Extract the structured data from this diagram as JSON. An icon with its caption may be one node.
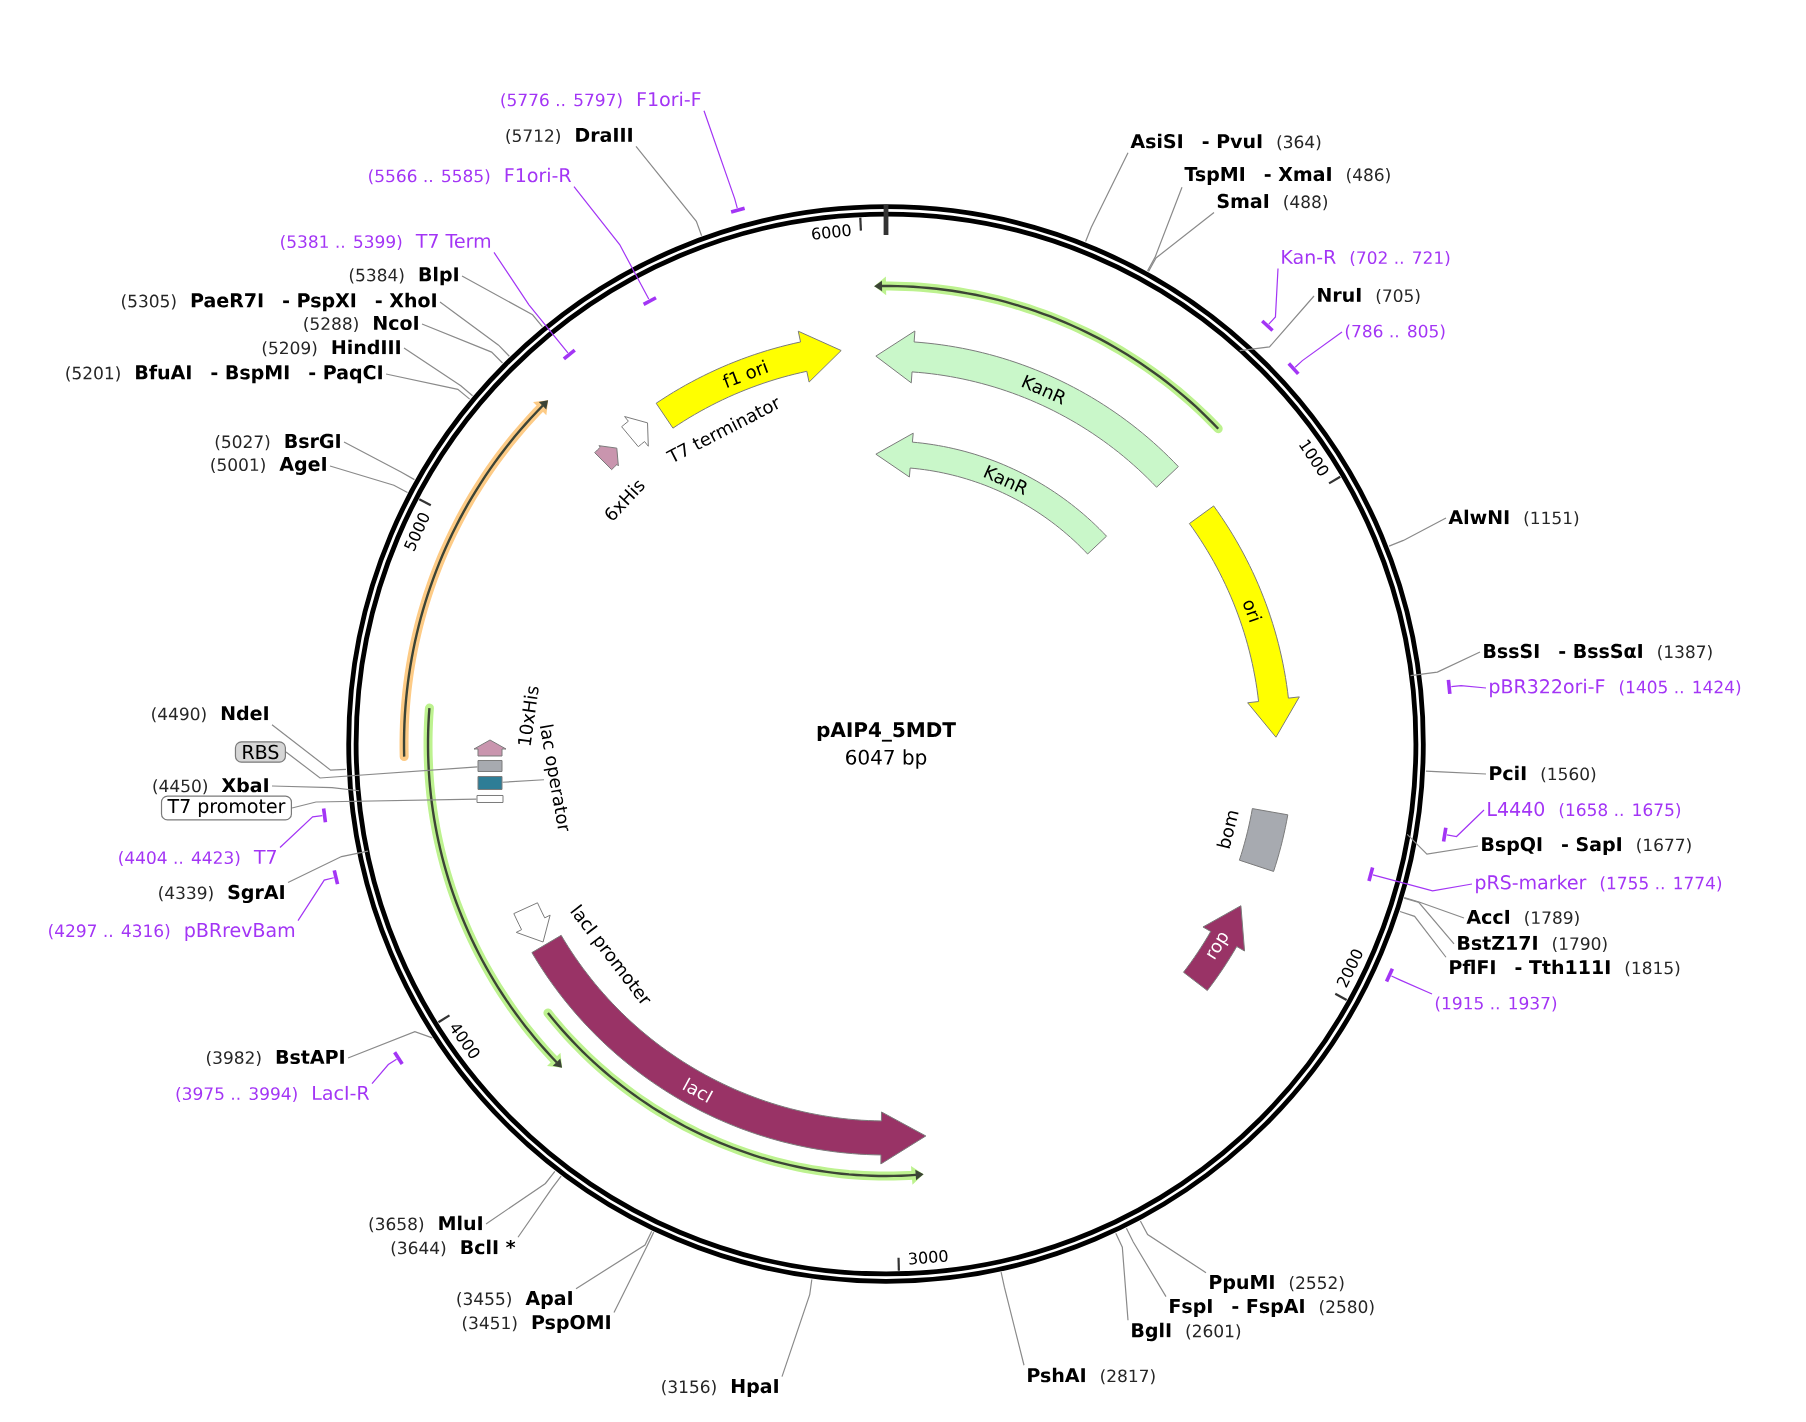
{
  "diagram": {
    "title": "pAIP4_5MDT",
    "nodes": [
      {
        "text": [
          "AsiSI",
          "- PvuI",
          "(364)"
        ]
      },
      {
        "text": [
          "TspMI",
          "- XmaI",
          "(486)"
        ]
      },
      {
        "text": [
          "SmaI",
          "(488)"
        ]
      },
      {
        "text": [
          "Kan-R",
          "(702 .. 721)"
        ]
      },
      {
        "text": [],
        "shape": "bar"
      },
      {
        "text": [
          "NruI",
          "(705)"
        ]
      },
      {
        "text": [
          "(786 .. 805)"
        ]
      },
      {
        "text": [],
        "shape": "bar"
      },
      {
        "text": [
          "AlwNI",
          "(1151)"
        ]
      },
      {
        "text": [
          "BssSI",
          "- BssSαI",
          "(1387)"
        ]
      },
      {
        "text": [
          "pBR322ori-F",
          "(1405 .. 1424)"
        ]
      },
      {
        "text": [],
        "shape": "bar"
      },
      {
        "text": [
          "PciI",
          "(1560)"
        ]
      },
      {
        "text": [
          "L4440",
          "(1658 .. 1675)"
        ]
      },
      {
        "text": [],
        "shape": "bar"
      },
      {
        "text": [
          "BspQI",
          "- SapI",
          "(1677)"
        ]
      },
      {
        "text": [
          "pRS-marker",
          "(1755 .. 1774)"
        ]
      },
      {
        "text": [],
        "shape": "bar"
      },
      {
        "text": [
          "AccI",
          "(1789)"
        ]
      },
      {
        "text": [
          "BstZ17I",
          "(1790)"
        ]
      },
      {
        "text": [
          "PflFI",
          "- Tth111I",
          "(1815)"
        ]
      },
      {
        "text": [
          "(1915 .. 1937)"
        ]
      },
      {
        "text": [],
        "shape": "bar"
      },
      {
        "text": [
          "PpuMI",
          "(2552)"
        ]
      },
      {
        "text": [
          "FspI",
          "- FspAI",
          "(2580)"
        ]
      },
      {
        "text": [
          "BglI",
          "(2601)"
        ]
      },
      {
        "text": [
          "PshAI",
          "(2817)"
        ]
      },
      {
        "text": [
          "(3156)",
          "HpaI"
        ]
      },
      {
        "text": [
          "(3451)",
          "PspOMI"
        ]
      },
      {
        "text": [
          "(3455)",
          "ApaI"
        ]
      },
      {
        "text": [
          "(3644)",
          "BclI *"
        ]
      },
      {
        "text": [
          "(3658)",
          "MluI"
        ]
      },
      {
        "text": [
          "(3975 .. 3994)",
          "LacI-R"
        ]
      },
      {
        "text": [],
        "shape": "bar"
      },
      {
        "text": [
          "(3982)",
          "BstAPI"
        ]
      },
      {
        "text": [
          "(4297 .. 4316)",
          "pBRrevBam"
        ]
      },
      {
        "text": [],
        "shape": "bar"
      },
      {
        "text": [
          "(4339)",
          "SgrAI"
        ]
      },
      {
        "text": [
          "(4404 .. 4423)",
          "T7"
        ]
      },
      {
        "text": [],
        "shape": "bar"
      },
      {
        "text": [
          "T7 promoter"
        ]
      },
      {
        "text": [
          "(4450)",
          "XbaI"
        ]
      },
      {
        "text": [
          "RBS"
        ]
      },
      {
        "text": [
          "(4490)",
          "NdeI"
        ]
      },
      {
        "text": [
          "(5001)",
          "AgeI"
        ]
      },
      {
        "text": [
          "(5027)",
          "BsrGI"
        ]
      },
      {
        "text": [
          "(5201)",
          "BfuAI",
          "- BspMI",
          "- PaqCI"
        ]
      },
      {
        "text": [
          "(5209)",
          "HindIII"
        ]
      },
      {
        "text": [
          "(5288)",
          "NcoI"
        ]
      },
      {
        "text": [
          "(5305)",
          "PaeR7I",
          "- PspXI",
          "- XhoI"
        ]
      },
      {
        "text": [
          "(5381 .. 5399)",
          "T7 Term"
        ]
      },
      {
        "text": [],
        "shape": "bar"
      },
      {
        "text": [
          "(5384)",
          "BlpI"
        ]
      },
      {
        "text": [
          "(5566 .. 5585)",
          "F1ori-R"
        ]
      },
      {
        "text": [],
        "shape": "bar"
      },
      {
        "text": [
          "(5712)",
          "DraIII"
        ]
      },
      {
        "text": [
          "(5776 .. 5797)",
          "F1ori-F"
        ]
      },
      {
        "text": [],
        "shape": "bar"
      },
      {
        "text": [
          "KanR"
        ]
      },
      {
        "text": [
          "KanR"
        ]
      },
      {
        "text": [
          "ori"
        ]
      },
      {
        "text": [
          "bom"
        ]
      },
      {
        "text": [
          "rop"
        ]
      },
      {
        "text": [
          "lacI"
        ]
      },
      {
        "text": [
          "lacI promoter"
        ]
      },
      {
        "text": [
          "10xHis"
        ]
      },
      {
        "text": [],
        "shape": "box"
      },
      {
        "text": [],
        "shape": "box"
      },
      {
        "text": [
          "lac operator"
        ]
      },
      {
        "text": [],
        "shape": "box"
      },
      {
        "text": [
          "f1 ori"
        ]
      },
      {
        "text": [
          "T7 terminator"
        ]
      },
      {
        "text": [
          "6xHis"
        ]
      }
    ],
    "edges": [
      {
        "from": 0,
        "to": null,
        "arrow": "none"
      },
      {
        "from": 1,
        "to": null,
        "arrow": "none"
      },
      {
        "from": 2,
        "to": null,
        "arrow": "none"
      },
      {
        "from": 3,
        "to": 4,
        "arrow": "none",
        "color": "#a335f5"
      },
      {
        "from": 5,
        "to": null,
        "arrow": "none"
      },
      {
        "from": 6,
        "to": 7,
        "arrow": "none",
        "color": "#a335f5"
      },
      {
        "from": 8,
        "to": null,
        "arrow": "none"
      },
      {
        "from": 9,
        "to": null,
        "arrow": "none"
      },
      {
        "from": 10,
        "to": 11,
        "arrow": "none",
        "color": "#a335f5"
      },
      {
        "from": 12,
        "to": null,
        "arrow": "none"
      },
      {
        "from": 13,
        "to": 14,
        "arrow": "none",
        "color": "#a335f5"
      },
      {
        "from": 15,
        "to": null,
        "arrow": "none"
      },
      {
        "from": 16,
        "to": 17,
        "arrow": "none",
        "color": "#a335f5"
      },
      {
        "from": 18,
        "to": null,
        "arrow": "none"
      },
      {
        "from": 19,
        "to": null,
        "arrow": "none"
      },
      {
        "from": 20,
        "to": null,
        "arrow": "none"
      },
      {
        "from": 21,
        "to": 22,
        "arrow": "none",
        "color": "#a335f5"
      },
      {
        "from": 23,
        "to": null,
        "arrow": "none"
      },
      {
        "from": 24,
        "to": null,
        "arrow": "none"
      },
      {
        "from": 25,
        "to": null,
        "arrow": "none"
      },
      {
        "from": 26,
        "to": null,
        "arrow": "none"
      },
      {
        "from": 27,
        "to": null,
        "arrow": "none"
      },
      {
        "from": 28,
        "to": null,
        "arrow": "none"
      },
      {
        "from": 29,
        "to": null,
        "arrow": "none"
      },
      {
        "from": 30,
        "to": null,
        "arrow": "none"
      },
      {
        "from": 31,
        "to": null,
        "arrow": "none"
      },
      {
        "from": 32,
        "to": 33,
        "arrow": "none",
        "color": "#a335f5"
      },
      {
        "from": 34,
        "to": null,
        "arrow": "none"
      },
      {
        "from": 35,
        "to": 36,
        "arrow": "none",
        "color": "#a335f5"
      },
      {
        "from": 37,
        "to": null,
        "arrow": "none"
      },
      {
        "from": 38,
        "to": 39,
        "arrow": "none",
        "color": "#a335f5"
      },
      {
        "from": 40,
        "to": 69,
        "arrow": "none"
      },
      {
        "from": 41,
        "to": null,
        "arrow": "none"
      },
      {
        "from": 42,
        "to": 66,
        "arrow": "none"
      },
      {
        "from": 43,
        "to": null,
        "arrow": "none"
      },
      {
        "from": 44,
        "to": null,
        "arrow": "none"
      },
      {
        "from": 45,
        "to": null,
        "arrow": "none"
      },
      {
        "from": 46,
        "to": null,
        "arrow": "none"
      },
      {
        "from": 47,
        "to": null,
        "arrow": "none"
      },
      {
        "from": 48,
        "to": null,
        "arrow": "none"
      },
      {
        "from": 49,
        "to": null,
        "arrow": "none"
      },
      {
        "from": 50,
        "to": 51,
        "arrow": "none",
        "color": "#a335f5"
      },
      {
        "from": 52,
        "to": null,
        "arrow": "none"
      },
      {
        "from": 53,
        "to": 54,
        "arrow": "none",
        "color": "#a335f5"
      },
      {
        "from": 55,
        "to": null,
        "arrow": "none"
      },
      {
        "from": 56,
        "to": 57,
        "arrow": "none",
        "color": "#a335f5"
      },
      {
        "from": 68,
        "to": 67,
        "arrow": "none"
      }
    ],
    "labels": [
      "6000",
      "1000",
      "5000",
      "6047 bp",
      "2000",
      "4000",
      "3000"
    ]
  }
}
